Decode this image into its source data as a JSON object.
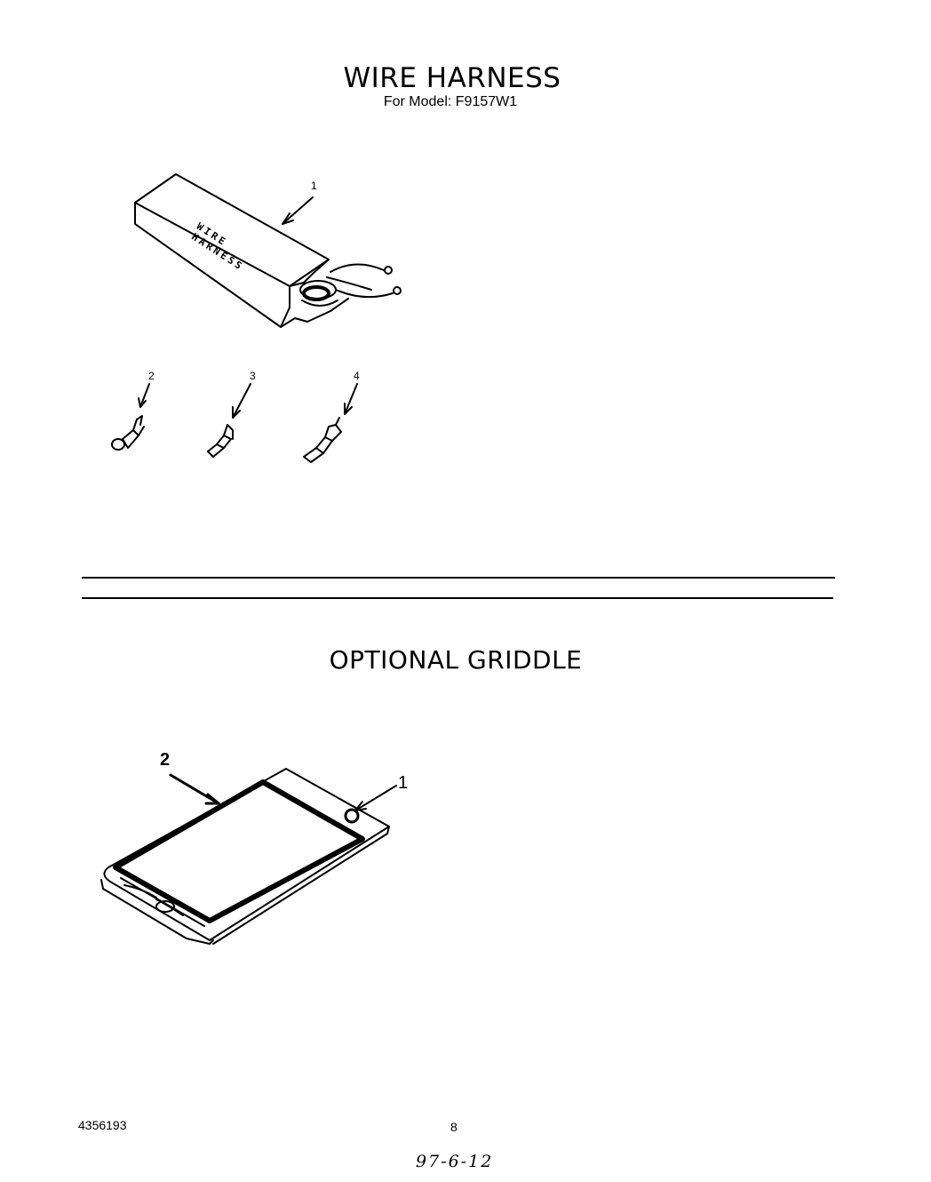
{
  "header": {
    "title": "WIRE HARNESS",
    "subtitle": "For Model: F9157W1"
  },
  "wire_harness": {
    "box_text_line1": "WIRE",
    "box_text_line2": "HARNESS",
    "callouts": [
      "1",
      "2",
      "3",
      "4"
    ]
  },
  "griddle": {
    "title": "OPTIONAL GRIDDLE",
    "callouts": [
      "2",
      "1"
    ]
  },
  "footer": {
    "part_number": "4356193",
    "page_number": "8",
    "handwritten_note": "97-6-12"
  }
}
